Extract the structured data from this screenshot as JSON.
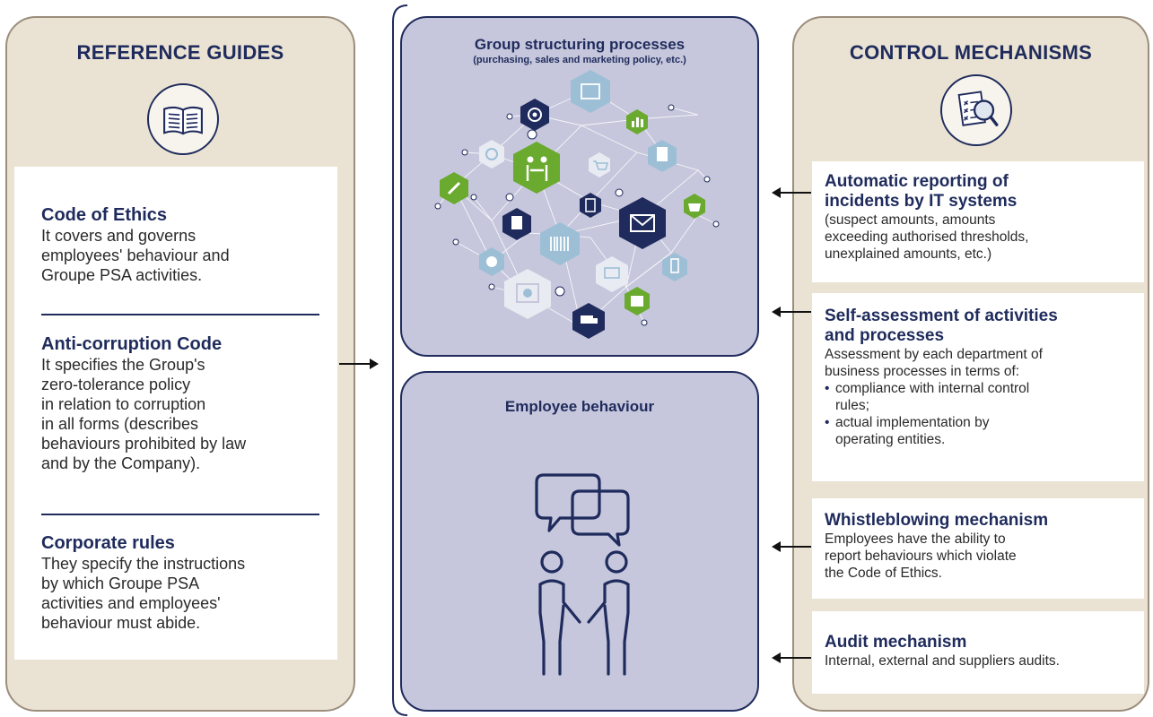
{
  "reference_guides": {
    "title": "REFERENCE GUIDES",
    "icon": "book-icon",
    "sections": [
      {
        "title": "Code of Ethics",
        "lines": [
          "It covers and governs",
          "employees' behaviour and",
          "Groupe PSA activities."
        ]
      },
      {
        "title": "Anti-corruption Code",
        "lines": [
          "It specifies the Group's",
          "zero-tolerance policy",
          "in relation to corruption",
          "in all forms (describes",
          "behaviours prohibited by law",
          "and by the Company)."
        ]
      },
      {
        "title": "Corporate rules",
        "lines": [
          "They specify the instructions",
          "by which Groupe PSA",
          "activities and employees'",
          "behaviour must abide."
        ]
      }
    ]
  },
  "group_processes": {
    "title": "Group structuring processes",
    "subtitle": "(purchasing, sales and marketing policy, etc.)",
    "network_icons": [
      "target-icon",
      "calendar-icon",
      "bar-chart-icon",
      "phone-icon",
      "handshake-icon",
      "shopping-cart-icon",
      "document-icon",
      "pencil-icon",
      "notes-icon",
      "calculator-icon",
      "email-icon",
      "basket-icon",
      "barcode-icon",
      "dollar-icon",
      "laptop-icon",
      "mobile-icon",
      "pie-chart-icon",
      "gift-icon",
      "truck-icon"
    ]
  },
  "employee_behaviour": {
    "title": "Employee behaviour",
    "icon": "people-talking-icon"
  },
  "control_mechanisms": {
    "title": "CONTROL MECHANISMS",
    "icon": "checklist-magnifier-icon",
    "items": [
      {
        "title_lines": [
          "Automatic reporting of",
          "incidents by IT systems"
        ],
        "lines": [
          "(suspect amounts, amounts",
          "exceeding authorised thresholds,",
          "unexplained amounts, etc.)"
        ]
      },
      {
        "title_lines": [
          "Self-assessment of activities",
          "and processes"
        ],
        "lines": [
          "Assessment by each department of",
          "business processes in terms of:"
        ],
        "bullets": [
          [
            "compliance with internal control",
            "rules;"
          ],
          [
            "actual implementation by",
            "operating entities."
          ]
        ]
      },
      {
        "title_lines": [
          "Whistleblowing mechanism"
        ],
        "lines": [
          "Employees have the ability to",
          "report behaviours which violate",
          "the Code of Ethics."
        ]
      },
      {
        "title_lines": [
          "Audit mechanism"
        ],
        "lines": [
          "Internal, external and suppliers audits."
        ]
      }
    ]
  },
  "colors": {
    "navy": "#1f2b5c",
    "beige": "#eae3d3",
    "lavender": "#c6c7dc",
    "green": "#6aaa2e",
    "light_blue": "#9dbfd6"
  }
}
